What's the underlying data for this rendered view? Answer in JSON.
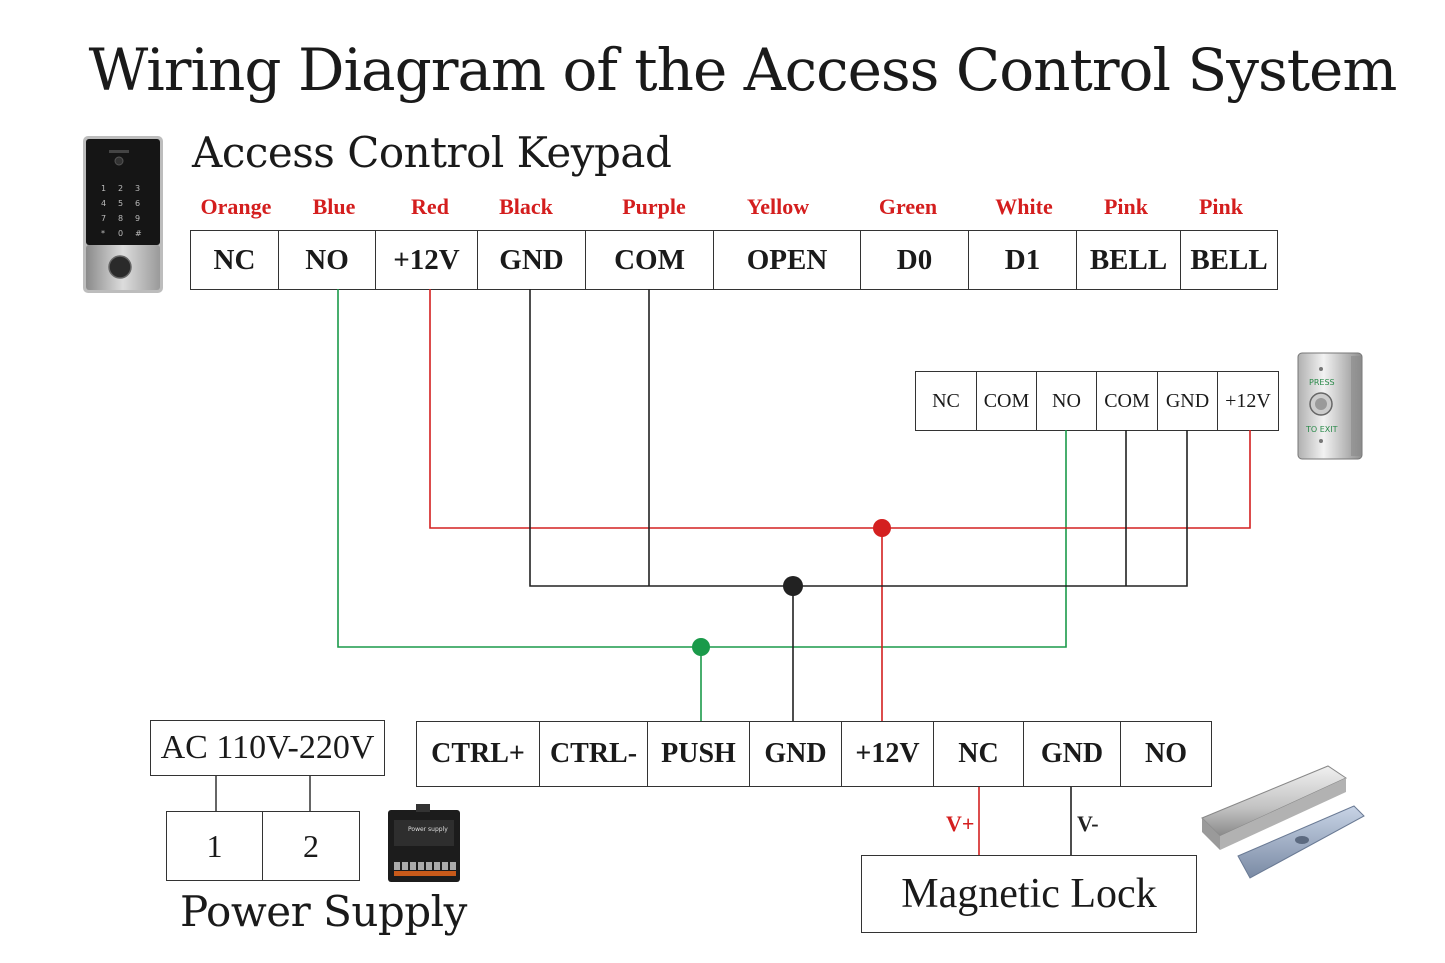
{
  "title": "Wiring Diagram of the Access Control System",
  "keypad": {
    "label": "Access Control Keypad",
    "keys": [
      "1",
      "2",
      "3",
      "4",
      "5",
      "6",
      "7",
      "8",
      "9",
      "*",
      "0",
      "#"
    ],
    "wire_colors": [
      "Orange",
      "Blue",
      "Red",
      "Black",
      "Purple",
      "Yellow",
      "Green",
      "White",
      "Pink",
      "Pink"
    ],
    "terminals": [
      "NC",
      "NO",
      "+12V",
      "GND",
      "COM",
      "OPEN",
      "D0",
      "D1",
      "BELL",
      "BELL"
    ]
  },
  "exit_button": {
    "terminals": [
      "NC",
      "COM",
      "NO",
      "COM",
      "GND",
      "+12V"
    ],
    "press_text": "PRESS",
    "exit_text": "TO EXIT"
  },
  "power_supply": {
    "input_label": "AC 110V-220V",
    "terminals": [
      "1",
      "2"
    ],
    "label": "Power Supply",
    "device_text": "Power supply"
  },
  "controller": {
    "terminals": [
      "CTRL+",
      "CTRL-",
      "PUSH",
      "GND",
      "+12V",
      "NC",
      "GND",
      "NO"
    ]
  },
  "magnetic_lock": {
    "label": "Magnetic Lock",
    "v_plus": "V+",
    "v_minus": "V-"
  },
  "colors": {
    "red_wire": "#d42020",
    "green_wire": "#1a9a4a",
    "black_wire": "#222222",
    "wire_label": "#d41e1e"
  }
}
